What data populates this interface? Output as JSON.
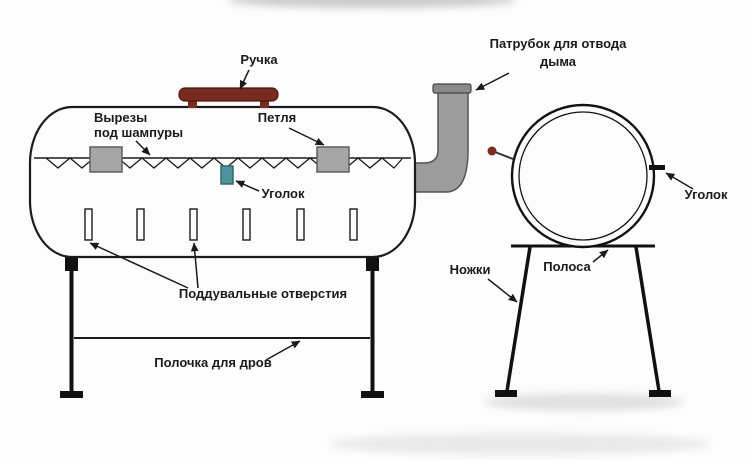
{
  "diagram": {
    "labels": {
      "handle": "Ручка",
      "skewer_cutouts_line1": "Вырезы",
      "skewer_cutouts_line2": "под шампуры",
      "hinge": "Петля",
      "angle_bar_left": "Уголок",
      "air_holes": "Поддувальные отверстия",
      "wood_shelf": "Полочка для дров",
      "smoke_pipe_line1": "Патрубок для отвода",
      "smoke_pipe_line2": "дыма",
      "legs": "Ножки",
      "strip": "Полоса",
      "angle_bar_right": "Уголок"
    },
    "colors": {
      "outline": "#1b1b1b",
      "handle": "#7a2b20",
      "hinge": "#a6a6a6",
      "angle_marker": "#4d949b",
      "pipe": "#9c9c9c",
      "pipe_cap": "#8a8a8a",
      "knob": "#7a2b20"
    }
  }
}
